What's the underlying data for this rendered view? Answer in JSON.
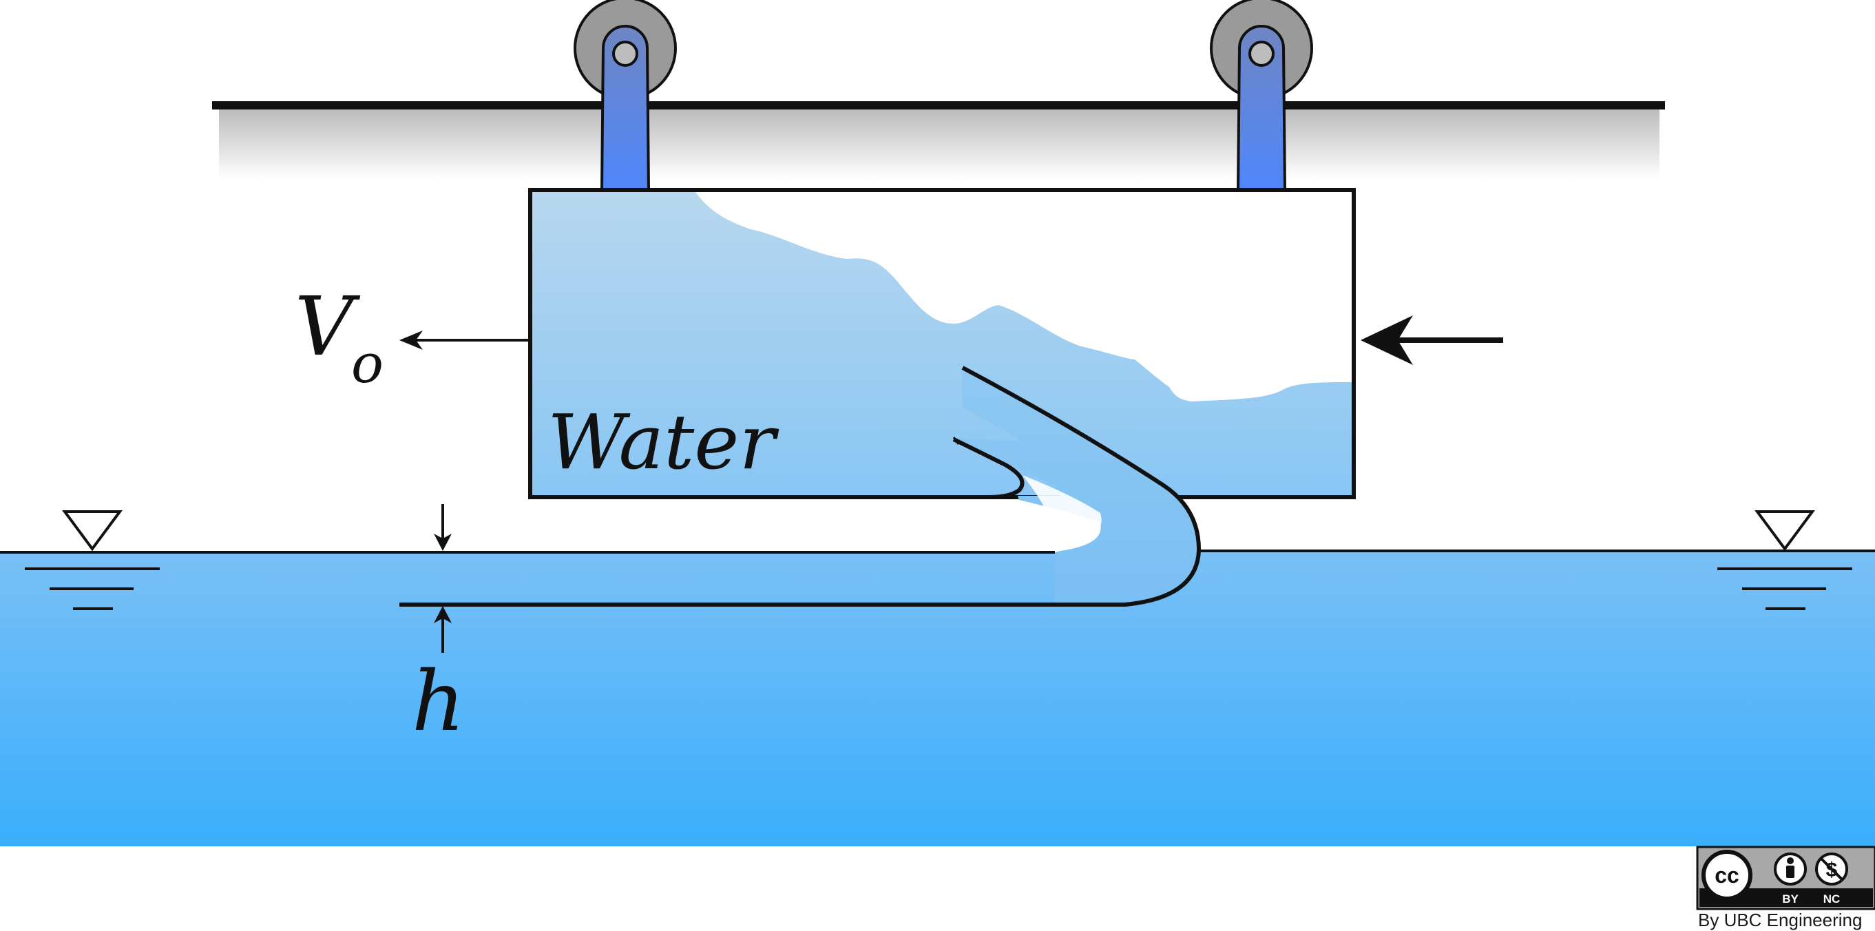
{
  "labels": {
    "velocity_symbol": "V",
    "velocity_subscript": "o",
    "container_label": "Water",
    "depth_label": "h"
  },
  "license": {
    "cc_glyph": "cc",
    "by_text": "BY",
    "nc_text": "NC",
    "credit": "By UBC Engineering"
  },
  "icons": {
    "free_surface_marker": "inverted-triangle-icon",
    "wheel": "pulley-wheel-icon",
    "arrow": "arrow-icon"
  },
  "colors": {
    "water_top": "#79c0f6",
    "water_bottom": "#3aaefc",
    "tank_water_top": "#b5d6ee",
    "tank_water_bottom": "#8cc8f4",
    "hanger_top": "#6f86c2",
    "hanger_bottom": "#4f86fb",
    "wheel": "#9a9a9a",
    "stroke": "#111111"
  }
}
